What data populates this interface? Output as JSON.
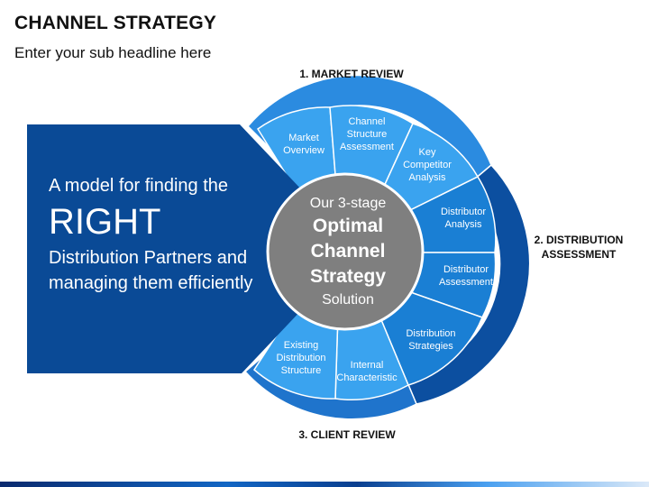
{
  "title": "CHANNEL STRATEGY",
  "subtitle": "Enter your sub headline here",
  "stage_labels": {
    "market": "1. MARKET REVIEW",
    "distribution_line1": "2. DISTRIBUTION",
    "distribution_line2": "ASSESSMENT",
    "client": "3. CLIENT REVIEW"
  },
  "tagline": {
    "line1": "A model for finding the",
    "big": "RIGHT",
    "line2": "Distribution Partners and managing them efficiently"
  },
  "center": {
    "line1": "Our 3-stage",
    "line2": "Optimal",
    "line3": "Channel",
    "line4": "Strategy",
    "line5": "Solution"
  },
  "segments": {
    "market_overview": [
      "Market",
      "Overview"
    ],
    "channel_structure": [
      "Channel",
      "Structure",
      "Assessment"
    ],
    "key_competitor": [
      "Key",
      "Competitor",
      "Analysis"
    ],
    "distributor_analysis": [
      "Distributor",
      "Analysis"
    ],
    "distributor_assessment": [
      "Distributor",
      "Assessment"
    ],
    "distribution_strategies": [
      "Distribution",
      "Strategies"
    ],
    "internal_characteristic": [
      "Internal",
      "Characteristic"
    ],
    "existing_distribution": [
      "Existing",
      "Distribution",
      "Structure"
    ]
  },
  "colors": {
    "panel": "#0a4a96",
    "segment_light": "#3aa3ef",
    "segment_mid": "#1a7fd4",
    "segment_dark": "#1260b8",
    "outer_light": "#2b8be0",
    "outer_dark": "#0c4fa0",
    "center": "#7f7f7f"
  }
}
